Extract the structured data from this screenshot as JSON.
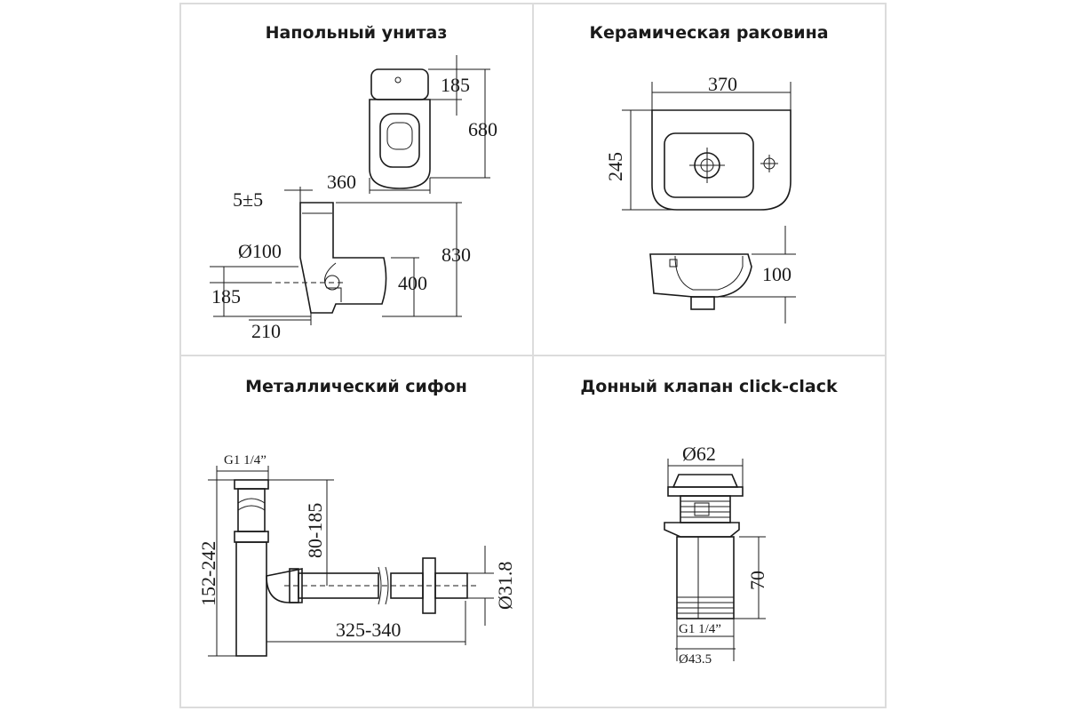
{
  "panels": [
    {
      "title": "Напольный унитаз",
      "dimensions": {
        "top_cistern": "185",
        "height_top": "680",
        "width": "360",
        "gap": "5±5",
        "pipe_diameter": "Ø100",
        "height_total": "830",
        "outlet_height": "185",
        "seat_height": "400",
        "depth_bottom": "210"
      }
    },
    {
      "title": "Керамическая раковина",
      "dimensions": {
        "width": "370",
        "depth": "245",
        "height": "100"
      }
    },
    {
      "title": "Металлический сифон",
      "dimensions": {
        "thread": "G1 1/4”",
        "height_range": "152-242",
        "drop_range": "80-185",
        "length_range": "325-340",
        "pipe_diameter": "Ø31.8"
      }
    },
    {
      "title": "Донный клапан click-clack",
      "dimensions": {
        "cap_diameter": "Ø62",
        "height": "70",
        "thread": "G1 1/4”",
        "body_diameter": "Ø43.5"
      }
    }
  ]
}
